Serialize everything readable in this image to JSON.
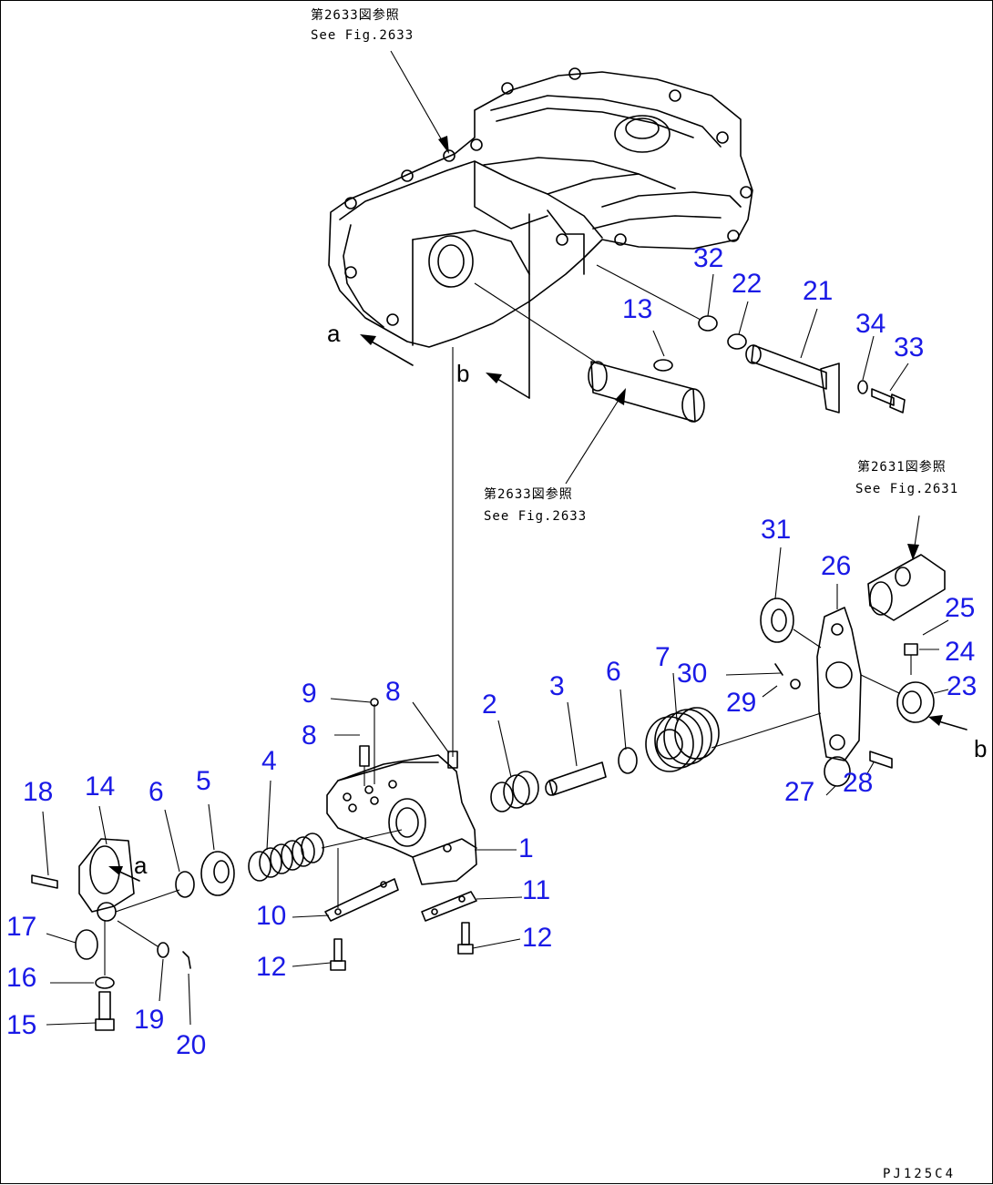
{
  "references": {
    "top_jp": "第2633図参照",
    "top_en": "See Fig.2633",
    "mid_jp": "第2633図参照",
    "mid_en": "See Fig.2633",
    "right_jp": "第2631図参照",
    "right_en": "See Fig.2631"
  },
  "view_letters": {
    "a": "a",
    "b": "b"
  },
  "drawing_code": "PJ125C4",
  "part_numbers": [
    "1",
    "2",
    "3",
    "4",
    "5",
    "6",
    "6",
    "7",
    "8",
    "8",
    "9",
    "10",
    "11",
    "12",
    "12",
    "13",
    "14",
    "15",
    "16",
    "17",
    "18",
    "19",
    "20",
    "21",
    "22",
    "23",
    "24",
    "25",
    "26",
    "27",
    "28",
    "29",
    "30",
    "31",
    "32",
    "33",
    "34"
  ]
}
